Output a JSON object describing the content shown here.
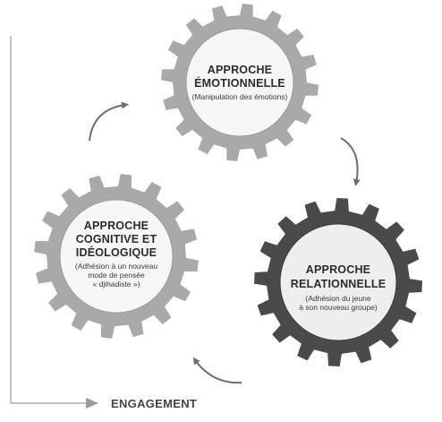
{
  "gears": [
    {
      "id": "emotionnelle",
      "title_lines": [
        "APPROCHE",
        "ÉMOTIONNELLE"
      ],
      "subtitle_lines": [
        "(Manipulation des émotions)"
      ],
      "gear_color": "#a9a9a9",
      "face_color": "#f7f7f7"
    },
    {
      "id": "relationnelle",
      "title_lines": [
        "APPROCHE",
        "RELATIONNELLE"
      ],
      "subtitle_lines": [
        "(Adhésion du jeune",
        "à son nouveau groupe)"
      ],
      "gear_color": "#4a4a4a",
      "face_color": "#eeeeee"
    },
    {
      "id": "cognitive",
      "title_lines": [
        "APPROCHE",
        "COGNITIVE ET",
        "IDÉOLOGIQUE"
      ],
      "subtitle_lines": [
        "(Adhésion à un nouveau",
        "mode de pensée",
        "« djihadiste »)"
      ],
      "gear_color": "#a9a9a9",
      "face_color": "#f7f7f7"
    }
  ],
  "axis": {
    "label": "ENGAGEMENT",
    "color": "#8a8a8a"
  },
  "cycle_arrow_color": "#6e6e6e"
}
